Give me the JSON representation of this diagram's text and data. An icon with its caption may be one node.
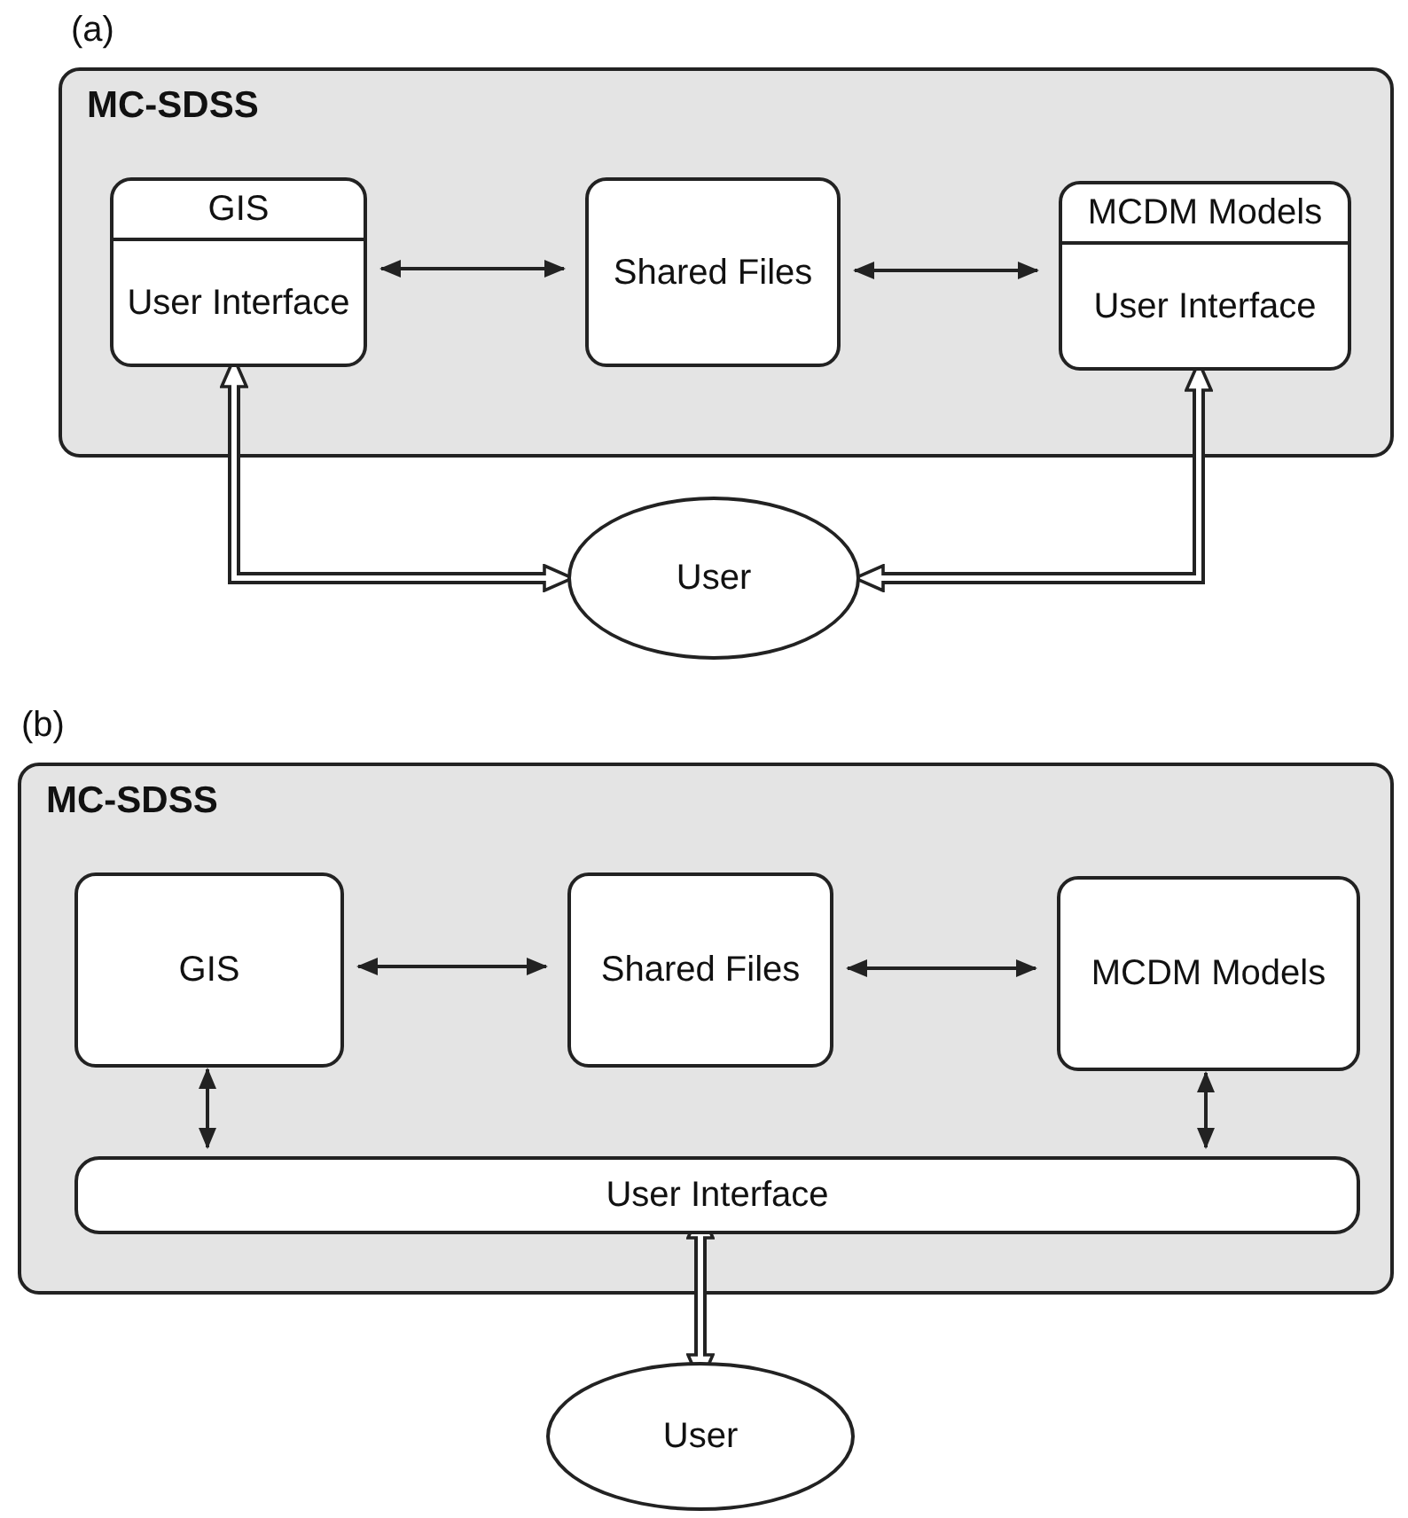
{
  "diagram": {
    "nodes": [
      {
        "text": [
          "MC-SDSS"
        ]
      },
      {
        "text": [
          "GIS",
          "User Interface"
        ],
        "in": 0
      },
      {
        "text": [
          "Shared Files"
        ],
        "in": 0
      },
      {
        "text": [
          "MCDM Models",
          "User Interface"
        ],
        "in": 0
      },
      {
        "text": [
          "User"
        ]
      },
      {
        "text": [
          "MC-SDSS"
        ]
      },
      {
        "text": [
          "GIS"
        ],
        "in": 5
      },
      {
        "text": [
          "Shared Files"
        ],
        "in": 5
      },
      {
        "text": [
          "MCDM Models"
        ],
        "in": 5
      },
      {
        "text": [
          "User Interface"
        ],
        "in": 5
      },
      {
        "text": [
          "User"
        ]
      }
    ],
    "edges": [
      {
        "from": 1,
        "to": 2,
        "arrow": "both"
      },
      {
        "from": 2,
        "to": 3,
        "arrow": "both"
      },
      {
        "from": 1,
        "to": 4,
        "arrow": "both",
        "style": "thick"
      },
      {
        "from": 3,
        "to": 4,
        "arrow": "both",
        "style": "thick"
      },
      {
        "from": 6,
        "to": 7,
        "arrow": "both"
      },
      {
        "from": 7,
        "to": 8,
        "arrow": "both"
      },
      {
        "from": 6,
        "to": 9,
        "arrow": "both"
      },
      {
        "from": 8,
        "to": 9,
        "arrow": "both"
      },
      {
        "from": 9,
        "to": 10,
        "arrow": "both",
        "style": "thick"
      }
    ],
    "labels": [
      "(a)",
      "(b)"
    ]
  }
}
